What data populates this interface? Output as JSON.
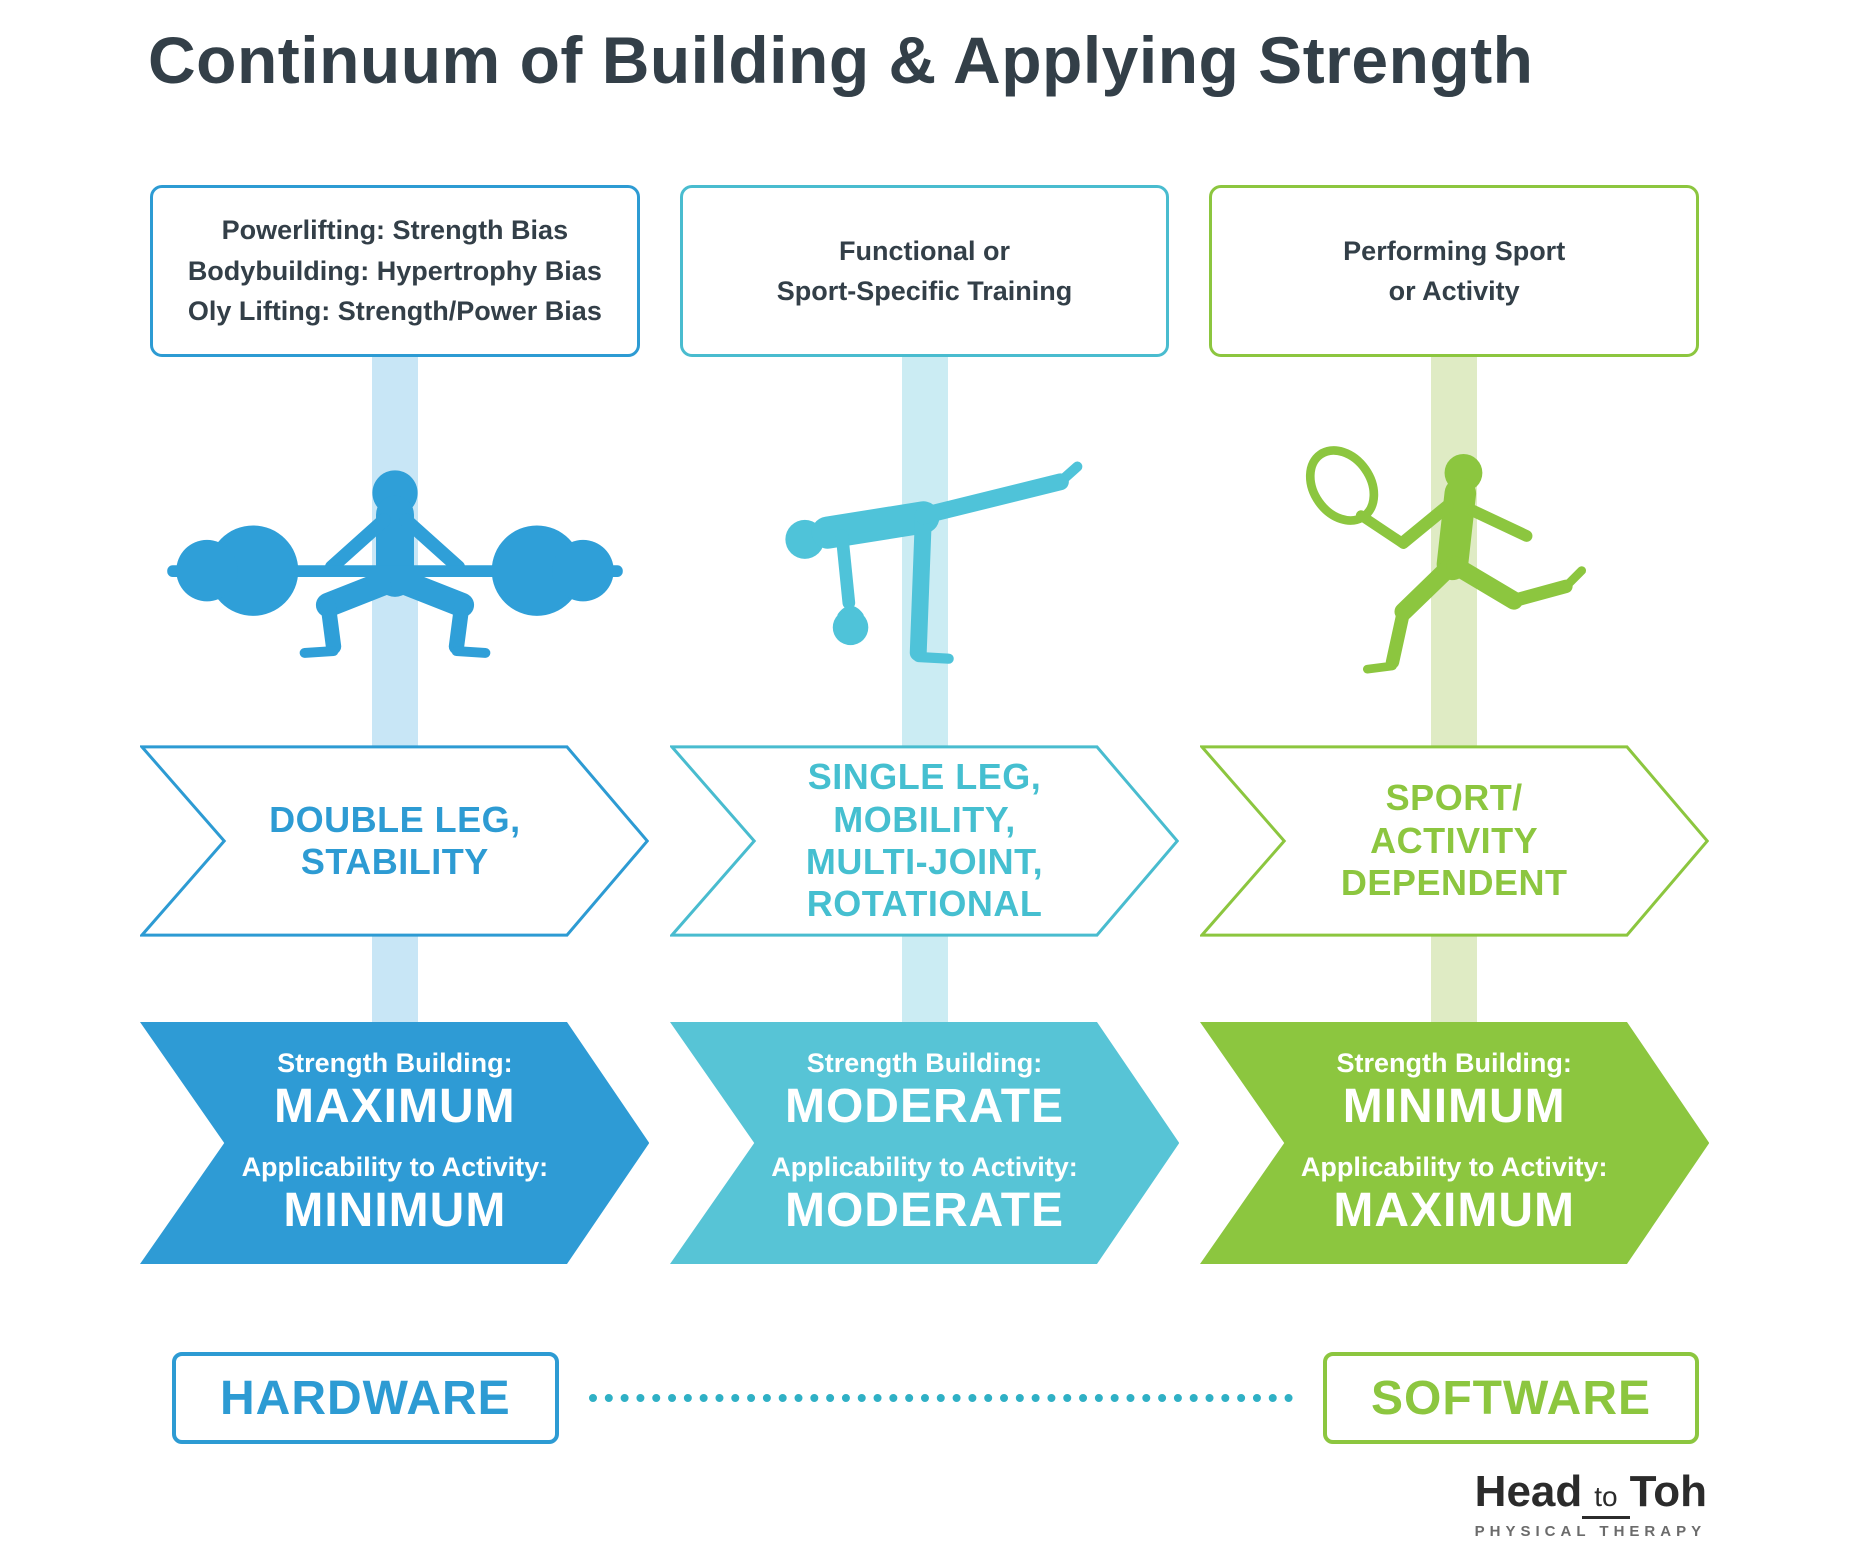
{
  "title": "Continuum of Building & Applying Strength",
  "columns": [
    {
      "header": "Powerlifting: Strength Bias\nBodybuilding: Hypertrophy Bias\nOly Lifting: Strength/Power Bias",
      "icon": "barbell-squat-icon",
      "stage": "DOUBLE LEG,\nSTABILITY",
      "strength_label": "Strength Building:",
      "strength_value": "MAXIMUM",
      "applicability_label": "Applicability to Activity:",
      "applicability_value": "MINIMUM",
      "accent_color": "#2D9BD3",
      "fill_color": "#2E9BD5",
      "ribbon_color": "#C8E6F6"
    },
    {
      "header": "Functional or\nSport-Specific Training",
      "icon": "single-leg-deadlift-icon",
      "stage": "SINGLE LEG,\nMOBILITY,\nMULTI-JOINT,\nROTATIONAL",
      "strength_label": "Strength Building:",
      "strength_value": "MODERATE",
      "applicability_label": "Applicability to Activity:",
      "applicability_value": "MODERATE",
      "accent_color": "#49BCCF",
      "fill_color": "#57C4D6",
      "ribbon_color": "#CBECF3"
    },
    {
      "header": "Performing Sport\nor Activity",
      "icon": "tennis-player-icon",
      "stage": "SPORT/\nACTIVITY\nDEPENDENT",
      "strength_label": "Strength Building:",
      "strength_value": "MINIMUM",
      "applicability_label": "Applicability to Activity:",
      "applicability_value": "MAXIMUM",
      "accent_color": "#8CC63F",
      "fill_color": "#8CC63F",
      "ribbon_color": "#DFEBC4"
    }
  ],
  "footer": {
    "hardware_label": "HARDWARE",
    "software_label": "SOFTWARE",
    "dotted_line_color": "#2FB0C5"
  },
  "logo": {
    "head": "Head",
    "to": "to",
    "toh": "Toh",
    "subtitle": "PHYSICAL THERAPY"
  },
  "colors": {
    "title_text": "#333F48",
    "background": "#FFFFFF"
  }
}
